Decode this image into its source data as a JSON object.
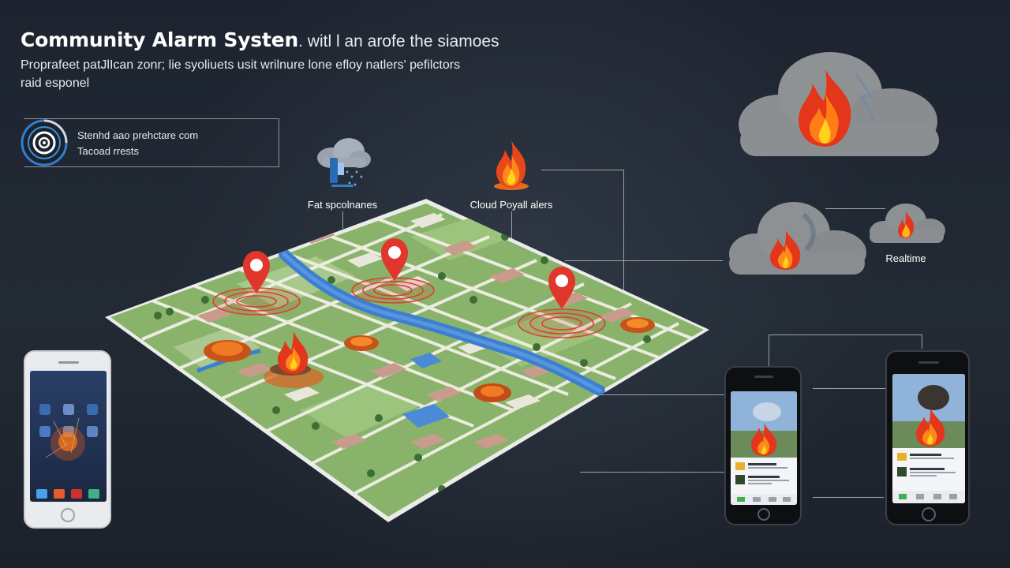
{
  "header": {
    "title_main": "Community Alarm Systen",
    "title_tail": ". witl l an arofe the siamoes",
    "subtitle_line1": "Proprafeet patJlIcan zonr; lie syoliuets usit wrilnure lone efloy natlers' pefilctors",
    "subtitle_line2": "raid esponel"
  },
  "info_box": {
    "line1": "Stenhd aao prehctare com",
    "line2": "Tacoad rrests"
  },
  "labels": {
    "sensor_label": "Fat spcolnanes",
    "cloud_alert_label": "Cloud Poyall alers",
    "realtime_label": "Realtime"
  },
  "icons": {
    "radar": "radar-target-icon",
    "rain_cloud": "rain-cloud-icon",
    "fire": "fire-icon",
    "map_pin": "map-pin-icon",
    "fire_cloud": "fire-cloud-icon"
  },
  "colors": {
    "background": "#1f262f",
    "pin_red": "#e0362c",
    "flame_orange": "#f4661b",
    "flame_yellow": "#ffc400",
    "river_blue": "#3c7fd1",
    "map_green": "#86b26a",
    "radar_blue": "#3b8fd9",
    "connector_gray": "#9aa1a9"
  }
}
